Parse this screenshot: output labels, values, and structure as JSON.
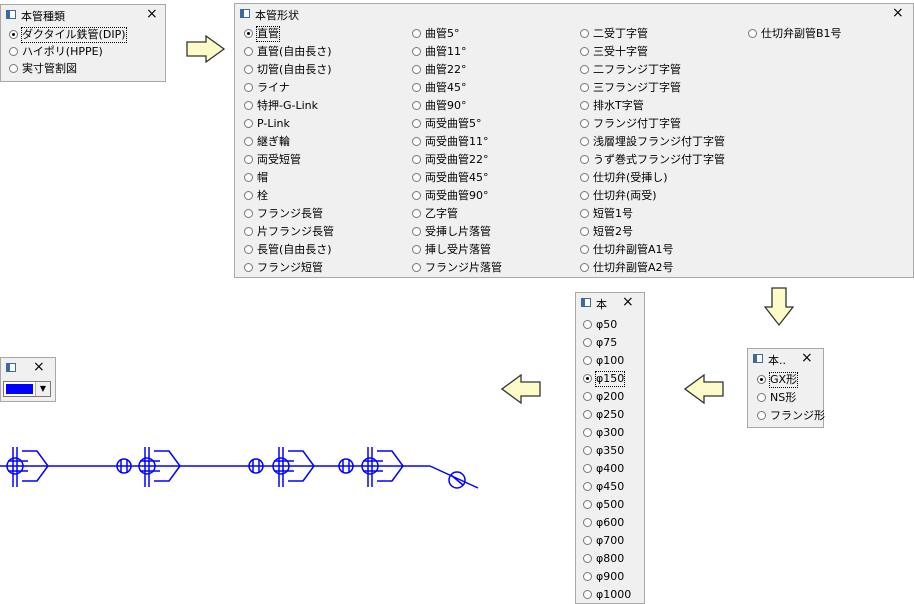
{
  "pipe_type": {
    "title": "本管種類",
    "options": [
      "ダクタイル鉄管(DIP)",
      "ハイポリ(HPPE)",
      "実寸管割図"
    ],
    "selected": 0
  },
  "pipe_shape": {
    "title": "本管形状",
    "columns": [
      [
        "直管",
        "直管(自由長さ)",
        "切管(自由長さ)",
        "ライナ",
        "特押-G-Link",
        "P-Link",
        "継ぎ輪",
        "両受短管",
        "帽",
        "栓",
        "フランジ長管",
        "片フランジ長管",
        "長管(自由長さ)",
        "フランジ短管"
      ],
      [
        "曲管5°",
        "曲管11°",
        "曲管22°",
        "曲管45°",
        "曲管90°",
        "両受曲管5°",
        "両受曲管11°",
        "両受曲管22°",
        "両受曲管45°",
        "両受曲管90°",
        "乙字管",
        "受挿し片落管",
        "挿し受片落管",
        "フランジ片落管"
      ],
      [
        "二受丁字管",
        "三受十字管",
        "二フランジ丁字管",
        "三フランジ丁字管",
        "排水T字管",
        "フランジ付丁字管",
        "浅層埋設フランジ付丁字管",
        "うず巻式フランジ付丁字管",
        "仕切弁(受挿し)",
        "仕切弁(両受)",
        "短管1号",
        "短管2号",
        "仕切弁副管A1号",
        "仕切弁副管A2号"
      ],
      [
        "仕切弁副管B1号"
      ]
    ],
    "selected": "直管"
  },
  "diameter": {
    "title": "本",
    "options": [
      "φ50",
      "φ75",
      "φ100",
      "φ150",
      "φ200",
      "φ250",
      "φ300",
      "φ350",
      "φ400",
      "φ450",
      "φ500",
      "φ600",
      "φ700",
      "φ800",
      "φ900",
      "φ1000"
    ],
    "selected": 3
  },
  "joint": {
    "title": "本..",
    "options": [
      "GX形",
      "NS形",
      "フランジ形"
    ],
    "selected": 0
  },
  "color_window": {
    "selected_color": "#0000ff"
  },
  "icons": {
    "close": "×",
    "dropdown": "▼"
  },
  "colors": {
    "arrow_fill": "#fdfcc8",
    "arrow_stroke": "#333333",
    "pipe": "#0000ff"
  }
}
